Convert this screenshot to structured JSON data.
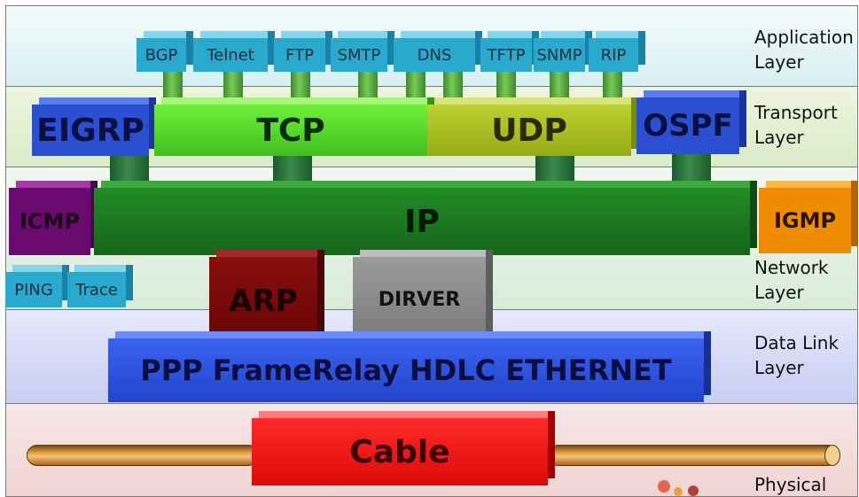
{
  "layers": {
    "application": [
      "Application",
      "Layer"
    ],
    "transport": [
      "Transport",
      "Layer"
    ],
    "network": [
      "Network",
      "Layer"
    ],
    "datalink": [
      "Data Link",
      "Layer"
    ],
    "physical": [
      "Physical"
    ]
  },
  "application_protocols": [
    "BGP",
    "Telnet",
    "FTP",
    "SMTP",
    "DNS",
    "TFTP",
    "SNMP",
    "RIP"
  ],
  "transport_protocols": {
    "eigrp": "EIGRP",
    "tcp": "TCP",
    "udp": "UDP",
    "ospf": "OSPF"
  },
  "network_protocols": {
    "icmp": "ICMP",
    "ip": "IP",
    "igmp": "IGMP",
    "ping": "PING",
    "trace": "Trace",
    "arp": "ARP",
    "driver": "DIRVER"
  },
  "datalink_protocols": "PPP FrameRelay HDLC ETHERNET",
  "physical_medium": "Cable",
  "colors": {
    "app_block": "#2aa9cf",
    "tcp": "#4fdc2c",
    "udp": "#a9c21e",
    "eigrp": "#2a4fd0",
    "ip": "#1f7a20",
    "icmp": "#6a0a6e",
    "igmp": "#f08c00",
    "arp": "#7a0a0a",
    "driver": "#8c8c8c",
    "datalink": "#2a55e0",
    "cable": "#ee1111"
  }
}
